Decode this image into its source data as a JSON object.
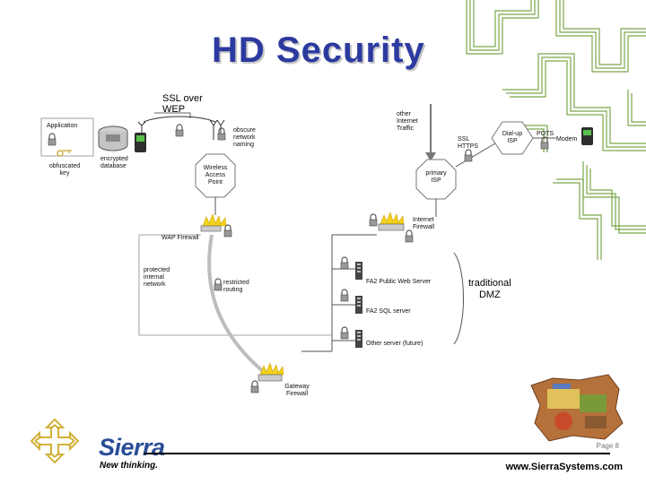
{
  "header": {
    "title": "HD Security"
  },
  "diagram": {
    "ssl_label": "SSL over\nWEP",
    "application": "Application",
    "obfuscated_key": "obfuscated\nkey",
    "encrypted_db": "encrypted\ndatabase",
    "obscure_naming": "obscure\nnetwork\nnaming",
    "wap": "Wireless\nAccess\nPoint",
    "other_traffic": "other\nInternet\nTraffic",
    "ssl_https": "SSL\nHTTPS",
    "dialup": "Dial-up\nISP",
    "pots": "POTS",
    "modem": "Modem",
    "primary_isp": "primary\nISP",
    "internet_firewall": "Internet\nFirewall",
    "wap_firewall": "WAP Firewall",
    "protected_network": "protected\ninternal\nnetwork",
    "restricted_routing": "restricted\nrouting",
    "web_server": "FA2 Public Web Server",
    "sql_server": "FA2 SQL server",
    "other_server": "Other server (future)",
    "traditional_dmz": "traditional\nDMZ",
    "gateway_firewall": "Gateway\nFirewall"
  },
  "footer": {
    "brand": "Sierra",
    "tagline": "New thinking.",
    "page": "Page 8",
    "url": "www.SierraSystems.com"
  },
  "colors": {
    "title": "#2c3aa0",
    "brand": "#2a4d97",
    "pattern": "#6b9a3c",
    "flame": "#f2d21a"
  }
}
